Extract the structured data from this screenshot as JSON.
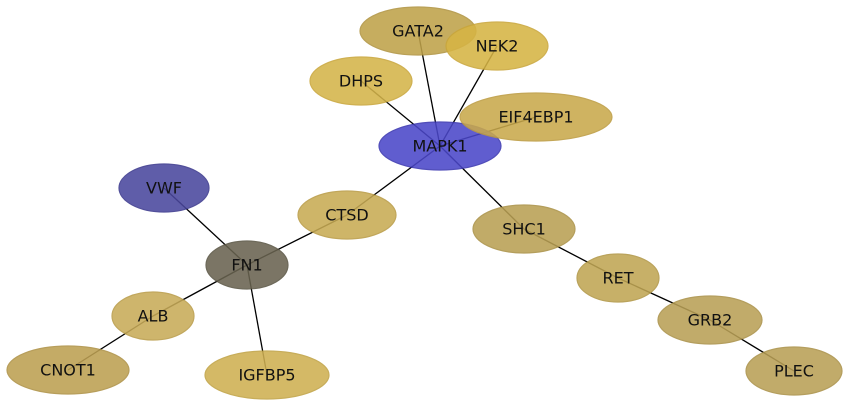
{
  "network": {
    "nodes": [
      {
        "id": "MAPK1",
        "label": "MAPK1",
        "fill": "#4b47c9",
        "stroke": "#3a36b0"
      },
      {
        "id": "GATA2",
        "label": "GATA2",
        "fill": "#bfa24a",
        "stroke": "#b09440"
      },
      {
        "id": "NEK2",
        "label": "NEK2",
        "fill": "#d6b444",
        "stroke": "#c9a63a"
      },
      {
        "id": "DHPS",
        "label": "DHPS",
        "fill": "#d4b44a",
        "stroke": "#c9a63a"
      },
      {
        "id": "EIF4EBP1",
        "label": "EIF4EBP1",
        "fill": "#c9a94c",
        "stroke": "#bc9b40"
      },
      {
        "id": "CTSD",
        "label": "CTSD",
        "fill": "#c8ab54",
        "stroke": "#b99b45"
      },
      {
        "id": "VWF",
        "label": "VWF",
        "fill": "#4a479e",
        "stroke": "#3b388d"
      },
      {
        "id": "FN1",
        "label": "FN1",
        "fill": "#696350",
        "stroke": "#5a5544"
      },
      {
        "id": "SHC1",
        "label": "SHC1",
        "fill": "#b9a054",
        "stroke": "#aa9146"
      },
      {
        "id": "RET",
        "label": "RET",
        "fill": "#c0a654",
        "stroke": "#b19746"
      },
      {
        "id": "GRB2",
        "label": "GRB2",
        "fill": "#b9a056",
        "stroke": "#aa9148"
      },
      {
        "id": "PLEC",
        "label": "PLEC",
        "fill": "#b9a056",
        "stroke": "#aa9148"
      },
      {
        "id": "ALB",
        "label": "ALB",
        "fill": "#c8ab58",
        "stroke": "#b99c48"
      },
      {
        "id": "CNOT1",
        "label": "CNOT1",
        "fill": "#bda052",
        "stroke": "#ae9145"
      },
      {
        "id": "IGFBP5",
        "label": "IGFBP5",
        "fill": "#cfb052",
        "stroke": "#c0a244"
      }
    ],
    "edges": [
      [
        "MAPK1",
        "GATA2"
      ],
      [
        "MAPK1",
        "NEK2"
      ],
      [
        "MAPK1",
        "DHPS"
      ],
      [
        "MAPK1",
        "EIF4EBP1"
      ],
      [
        "MAPK1",
        "CTSD"
      ],
      [
        "MAPK1",
        "SHC1"
      ],
      [
        "CTSD",
        "FN1"
      ],
      [
        "FN1",
        "VWF"
      ],
      [
        "FN1",
        "ALB"
      ],
      [
        "FN1",
        "IGFBP5"
      ],
      [
        "ALB",
        "CNOT1"
      ],
      [
        "SHC1",
        "RET"
      ],
      [
        "RET",
        "GRB2"
      ],
      [
        "GRB2",
        "PLEC"
      ]
    ]
  }
}
